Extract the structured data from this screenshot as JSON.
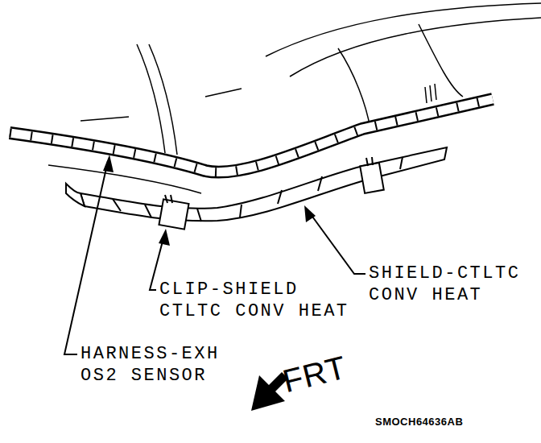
{
  "diagram": {
    "labels": [
      "HARNESS-EXH OS2 SENSOR",
      "CLIP-SHIELD CTLTC CONV HEAT",
      "SHIELD-CTLTC CONV HEAT",
      "FRT",
      "SMOCH64636AB"
    ]
  }
}
